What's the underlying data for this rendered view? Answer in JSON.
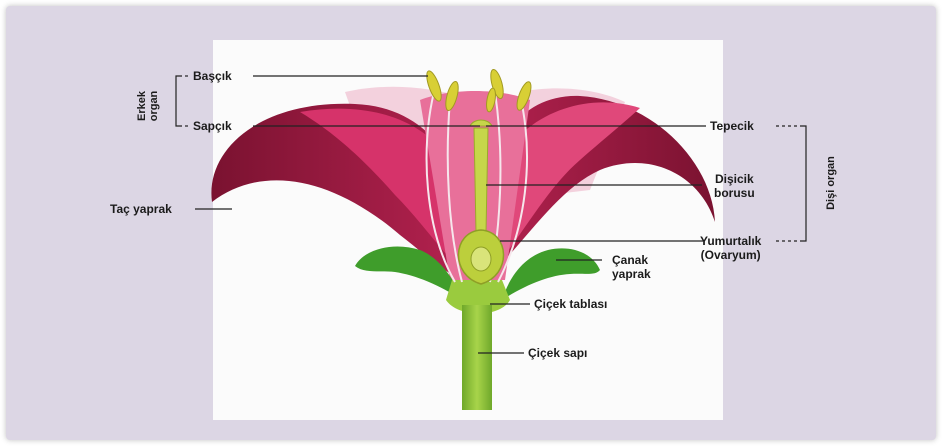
{
  "labels": {
    "bascik": "Başçık",
    "sapcik": "Sapçık",
    "erkek_organ_line1": "Erkek",
    "erkek_organ_line2": "organ",
    "tac_yaprak": "Taç yaprak",
    "tepecik": "Tepecik",
    "disicik_borusu_line1": "Dişicik",
    "disicik_borusu_line2": "borusu",
    "yumurtalik": "Yumurtalık",
    "ovaryum": "(Ovaryum)",
    "canak_yaprak_line1": "Çanak",
    "canak_yaprak_line2": "yaprak",
    "cicek_tablasi": "Çiçek tablası",
    "cicek_sapi": "Çiçek sapı",
    "disi_organ": "Dişi organ"
  },
  "colors": {
    "background": "#dcd6e4",
    "petal_dark": "#8e1733",
    "petal_mid": "#c42a5c",
    "petal_light": "#e65a8e",
    "sepal": "#3e9a2a",
    "stem": "#8cc23a",
    "anther": "#d8d03a",
    "pistil": "#c6d64a"
  }
}
